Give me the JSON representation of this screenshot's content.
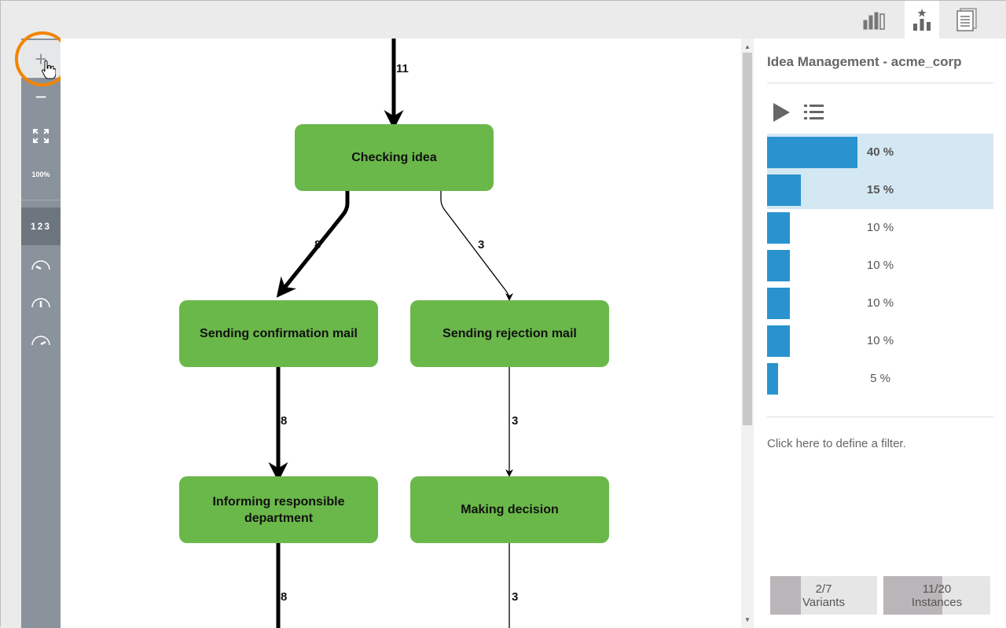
{
  "header": {
    "tabs": [
      {
        "icon": "bar-chart-icon",
        "active": false
      },
      {
        "icon": "top-variants-icon",
        "active": true
      },
      {
        "icon": "documents-icon",
        "active": false
      }
    ]
  },
  "toolbar": {
    "zoom_in": "+",
    "zoom_out": "−",
    "fit": "fit-screen-icon",
    "zoom_level": "100%",
    "numbers": "123",
    "speed_icons": [
      "speed-slow-icon",
      "speed-medium-icon",
      "speed-fast-icon"
    ]
  },
  "diagram": {
    "nodes": [
      "Checking idea",
      "Sending confirmation mail",
      "Sending rejection mail",
      "Informing responsible department",
      "Making decision"
    ],
    "edges": [
      {
        "from": "start",
        "to": "Checking idea",
        "count": "11"
      },
      {
        "from": "Checking idea",
        "to": "Sending confirmation mail",
        "count": "8"
      },
      {
        "from": "Checking idea",
        "to": "Sending rejection mail",
        "count": "3"
      },
      {
        "from": "Sending confirmation mail",
        "to": "Informing responsible department",
        "count": "8"
      },
      {
        "from": "Sending rejection mail",
        "to": "Making decision",
        "count": "3"
      },
      {
        "from": "Informing responsible department",
        "to": "next",
        "count": "8"
      },
      {
        "from": "Making decision",
        "to": "next",
        "count": "3"
      }
    ],
    "node_color": "#6ab84a"
  },
  "panel": {
    "title": "Idea Management - acme_corp",
    "variants": [
      {
        "percent": 40,
        "label": "40 %",
        "selected": true
      },
      {
        "percent": 15,
        "label": "15 %",
        "selected": true
      },
      {
        "percent": 10,
        "label": "10 %",
        "selected": false
      },
      {
        "percent": 10,
        "label": "10 %",
        "selected": false
      },
      {
        "percent": 10,
        "label": "10 %",
        "selected": false
      },
      {
        "percent": 10,
        "label": "10 %",
        "selected": false
      },
      {
        "percent": 5,
        "label": "5 %",
        "selected": false
      }
    ],
    "filter_text": "Click here to define a filter.",
    "variants_count": {
      "value": "2/7",
      "label": "Variants",
      "fraction": 0.2857
    },
    "instances_count": {
      "value": "11/20",
      "label": "Instances",
      "fraction": 0.55
    },
    "bar_color": "#2a93cf"
  }
}
